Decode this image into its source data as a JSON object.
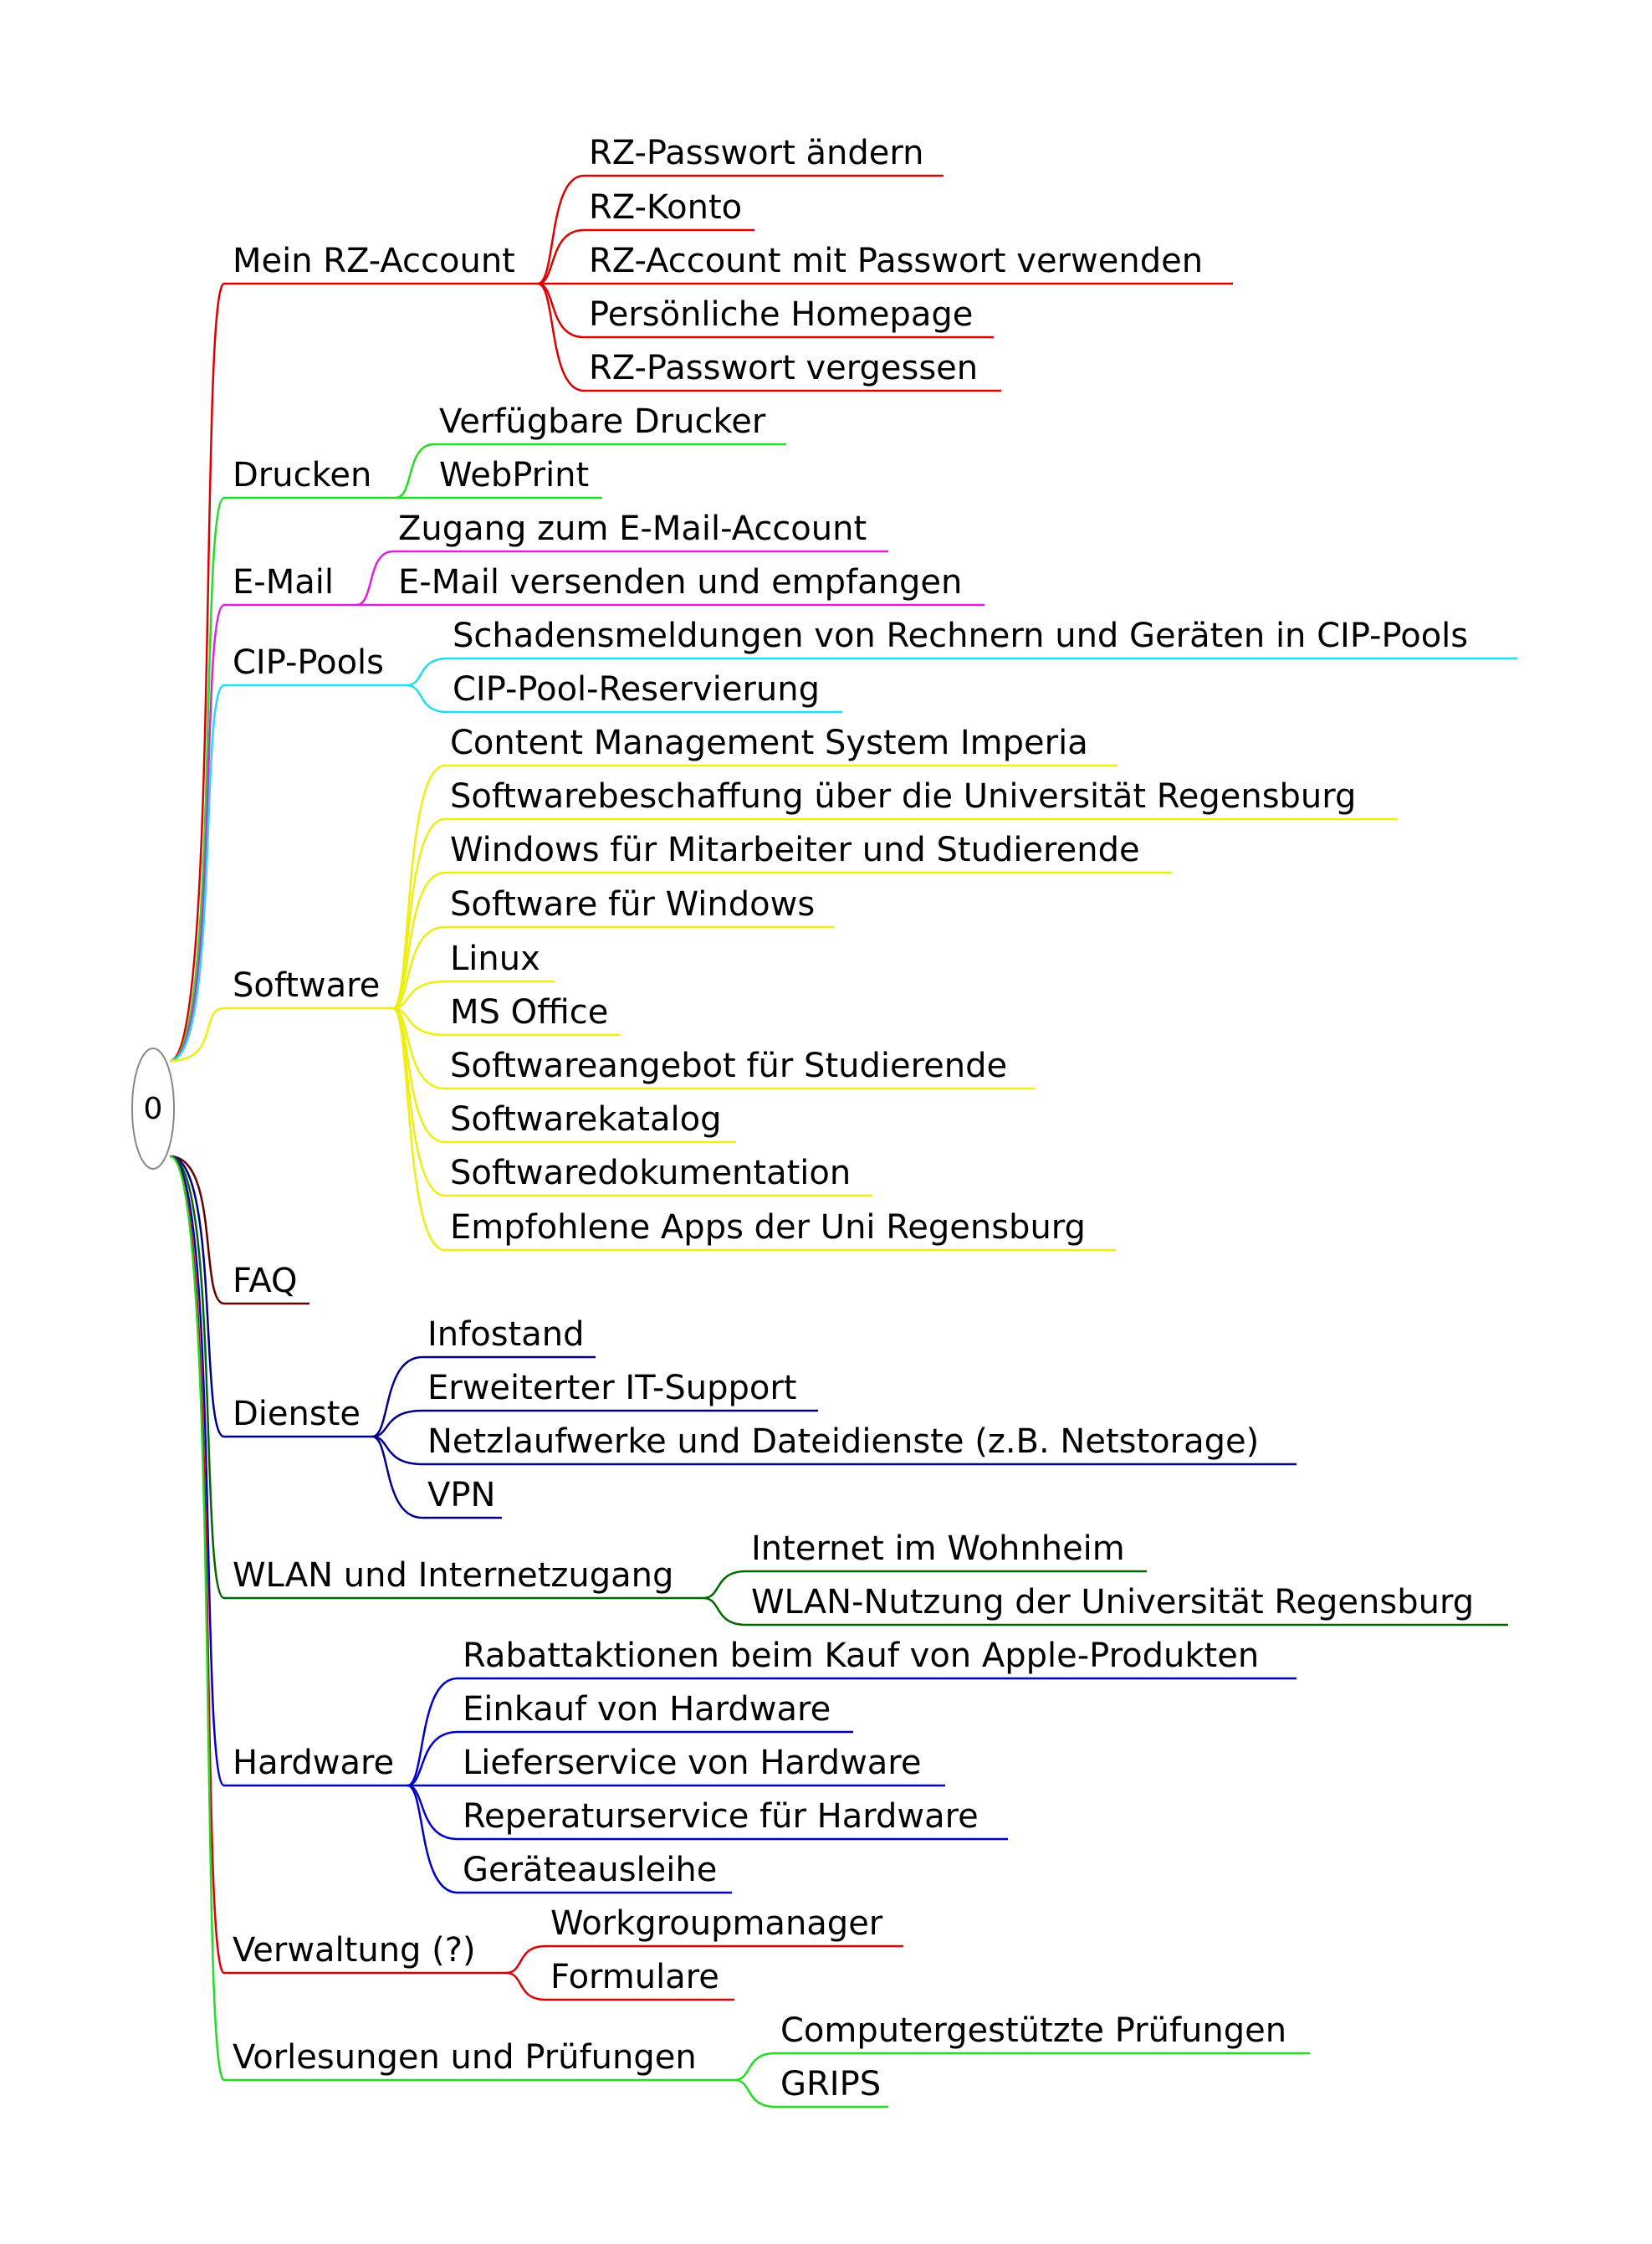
{
  "root": {
    "label": "0"
  },
  "branches": [
    {
      "label": "Mein RZ-Account",
      "color": "#dd0000",
      "children": [
        "RZ-Passwort ändern",
        "RZ-Konto",
        "RZ-Account mit Passwort verwenden",
        "Persönliche Homepage",
        "RZ-Passwort vergessen"
      ]
    },
    {
      "label": "Drucken",
      "color": "#22dd22",
      "children": [
        "Verfügbare Drucker",
        "WebPrint"
      ]
    },
    {
      "label": "E-Mail",
      "color": "#dd22dd",
      "children": [
        "Zugang zum E-Mail-Account",
        "E-Mail versenden und empfangen"
      ]
    },
    {
      "label": "CIP-Pools",
      "color": "#22ddee",
      "children": [
        "Schadensmeldungen von Rechnern und Geräten in CIP-Pools",
        "CIP-Pool-Reservierung"
      ]
    },
    {
      "label": "Software",
      "color": "#eeee11",
      "children": [
        "Content Management System Imperia",
        "Softwarebeschaffung über die Universität Regensburg",
        "Windows für Mitarbeiter und Studierende",
        "Software für Windows",
        "Linux",
        "MS Office",
        "Softwareangebot für Studierende",
        "Softwarekatalog",
        "Softwaredokumentation",
        "Empfohlene Apps der Uni Regensburg"
      ]
    },
    {
      "label": "FAQ",
      "color": "#660000",
      "children": []
    },
    {
      "label": "Dienste",
      "color": "#000088",
      "children": [
        "Infostand",
        "Erweiterter IT-Support",
        "Netzlaufwerke und Dateidienste (z.B. Netstorage)",
        "VPN"
      ]
    },
    {
      "label": "WLAN und Internetzugang",
      "color": "#006600",
      "children": [
        "Internet im Wohnheim",
        "WLAN-Nutzung der Universität Regensburg"
      ]
    },
    {
      "label": "Hardware",
      "color": "#0000cc",
      "children": [
        "Rabattaktionen beim Kauf von Apple-Produkten",
        "Einkauf von Hardware",
        "Lieferservice von Hardware",
        "Reperaturservice für Hardware",
        "Geräteausleihe"
      ]
    },
    {
      "label": "Verwaltung (?)",
      "color": "#dd0000",
      "children": [
        "Workgroupmanager",
        "Formulare"
      ]
    },
    {
      "label": "Vorlesungen und Prüfungen",
      "color": "#22dd22",
      "children": [
        "Computergestützte Prüfungen",
        "GRIPS"
      ]
    }
  ]
}
